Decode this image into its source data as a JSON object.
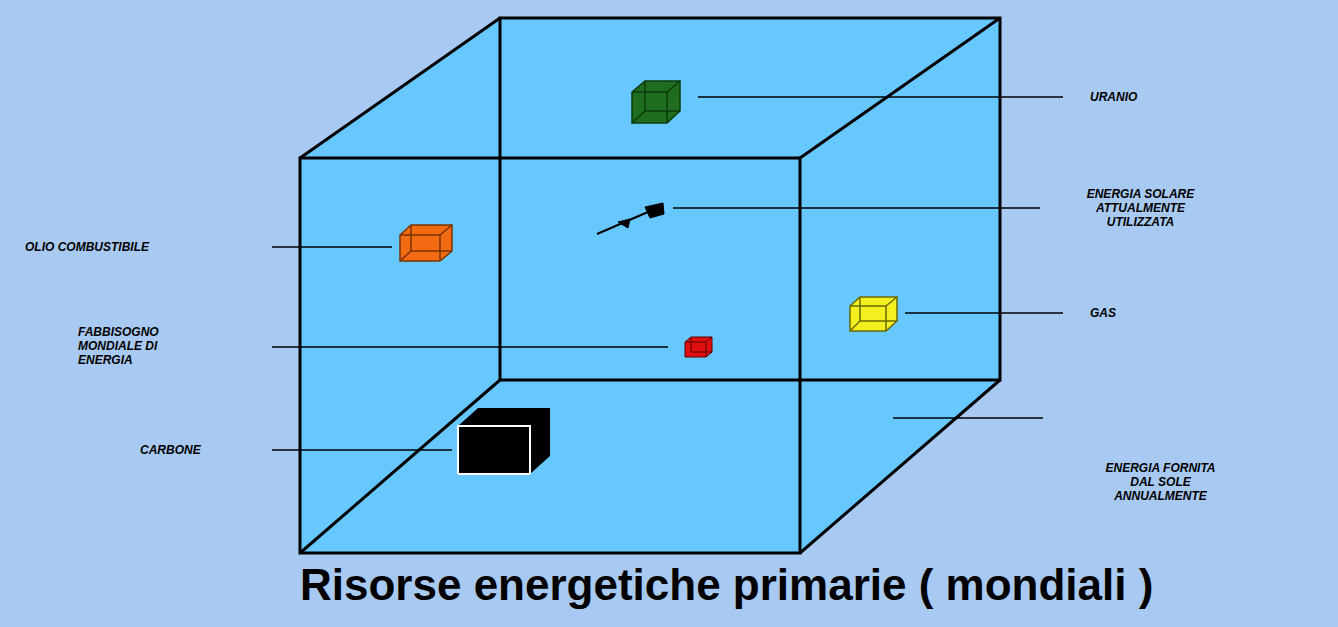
{
  "diagram": {
    "title": "Risorse energetiche primarie ( mondiali )",
    "labels": [
      "URANIO",
      "ENERGIA SOLARE ATTUALMENTE UTILIZZATA",
      "OLIO COMBUSTIBILE",
      "GAS",
      "FABBISOGNO MONDIALE DI ENERGIA",
      "CARBONE",
      "ENERGIA FORNITA DAL SOLE ANNUALMENTE"
    ]
  }
}
